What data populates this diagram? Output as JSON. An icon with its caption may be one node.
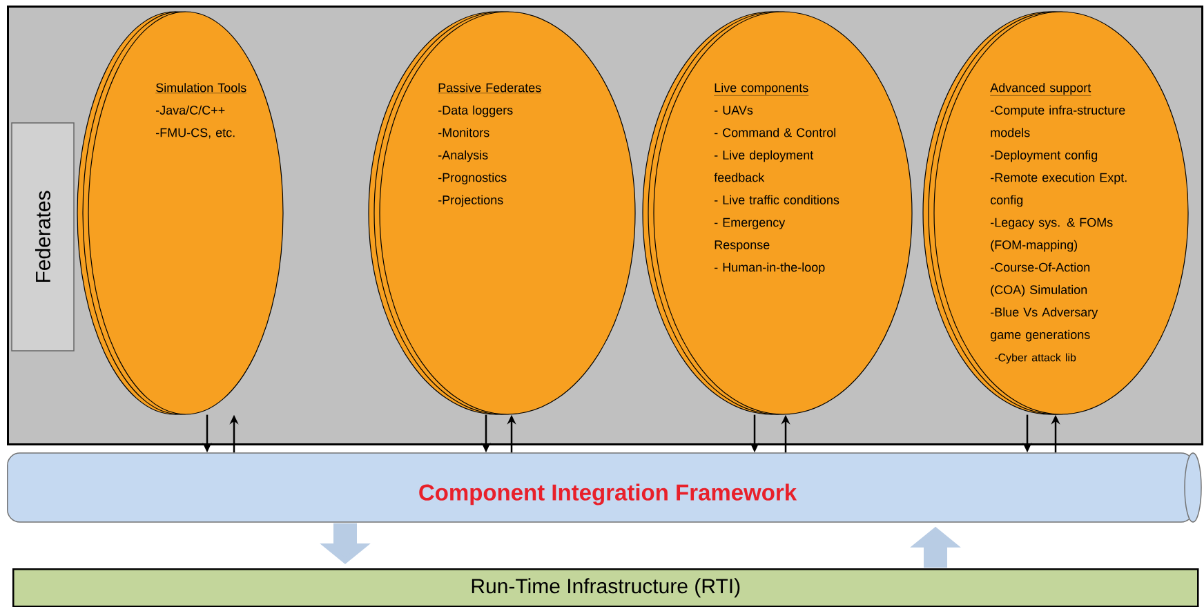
{
  "diagram": {
    "nodes": [
      {
        "text": [],
        "shape": "box"
      },
      {
        "text": [
          "Federates"
        ],
        "in": 0
      },
      {
        "text": [
          "Simulation Tools",
          "-Java/C/C++",
          "-FMU-CS, etc."
        ],
        "in": 0
      },
      {
        "text": [
          "Passive Federates",
          "-Data loggers",
          "-Monitors",
          "-Analysis",
          "-Prognostics",
          "-Projections"
        ],
        "in": 0
      },
      {
        "text": [
          "Live components",
          "- UAVs",
          "- Command & Control",
          "- Live deployment feedback",
          "- Live traffic conditions",
          "- Emergency Response",
          "- Human-in-the-loop"
        ],
        "in": 0
      },
      {
        "text": [
          "Advanced support",
          "-Compute infra-structure models",
          "-Deployment config",
          "-Remote execution Expt. config",
          "-Legacy sys. & FOMs (FOM-mapping)",
          "-Course-Of-Action (COA) Simulation",
          "-Blue Vs Adversary game generations",
          "-Cyber attack lib"
        ],
        "in": 0
      },
      {
        "text": [
          "Component Integration Framework"
        ]
      },
      {
        "text": [
          "Run-Time Infrastructure (RTI)"
        ]
      }
    ],
    "edges": [
      {
        "from": 2,
        "to": 6,
        "arrow": "to"
      },
      {
        "from": 6,
        "to": 2,
        "arrow": "to"
      },
      {
        "from": 3,
        "to": 6,
        "arrow": "to"
      },
      {
        "from": 6,
        "to": 3,
        "arrow": "to"
      },
      {
        "from": 4,
        "to": 6,
        "arrow": "to"
      },
      {
        "from": 6,
        "to": 4,
        "arrow": "to"
      },
      {
        "from": 5,
        "to": 6,
        "arrow": "to"
      },
      {
        "from": 6,
        "to": 5,
        "arrow": "to"
      },
      {
        "from": 6,
        "to": 7,
        "arrow": "to",
        "style": "thick",
        "color": "#b8cce4"
      },
      {
        "from": 7,
        "to": 6,
        "arrow": "to",
        "style": "thick",
        "color": "#b8cce4"
      }
    ]
  }
}
